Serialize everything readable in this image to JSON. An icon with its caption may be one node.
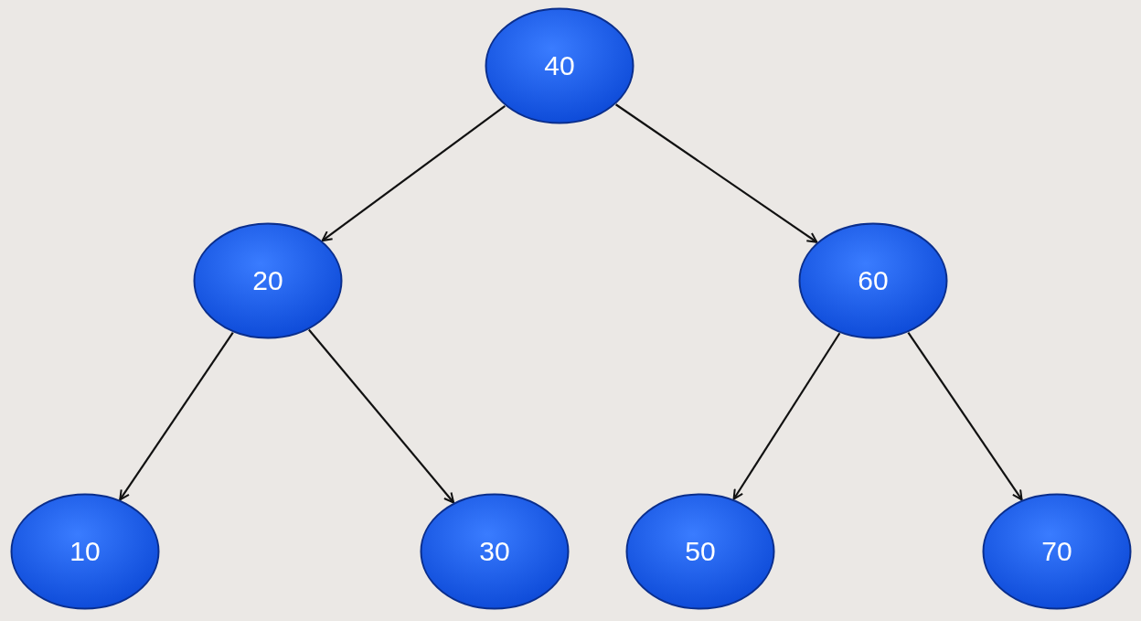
{
  "diagram": {
    "nodes": [
      {
        "text": [
          "40"
        ]
      },
      {
        "text": [
          "20"
        ]
      },
      {
        "text": [
          "60"
        ]
      },
      {
        "text": [
          "10"
        ]
      },
      {
        "text": [
          "30"
        ]
      },
      {
        "text": [
          "50"
        ]
      },
      {
        "text": [
          "70"
        ]
      }
    ],
    "edges": [
      {
        "from": 0,
        "to": 1,
        "arrow": "to"
      },
      {
        "from": 0,
        "to": 2,
        "arrow": "to"
      },
      {
        "from": 1,
        "to": 3,
        "arrow": "to"
      },
      {
        "from": 1,
        "to": 4,
        "arrow": "to"
      },
      {
        "from": 2,
        "to": 5,
        "arrow": "to"
      },
      {
        "from": 2,
        "to": 6,
        "arrow": "to"
      }
    ]
  }
}
